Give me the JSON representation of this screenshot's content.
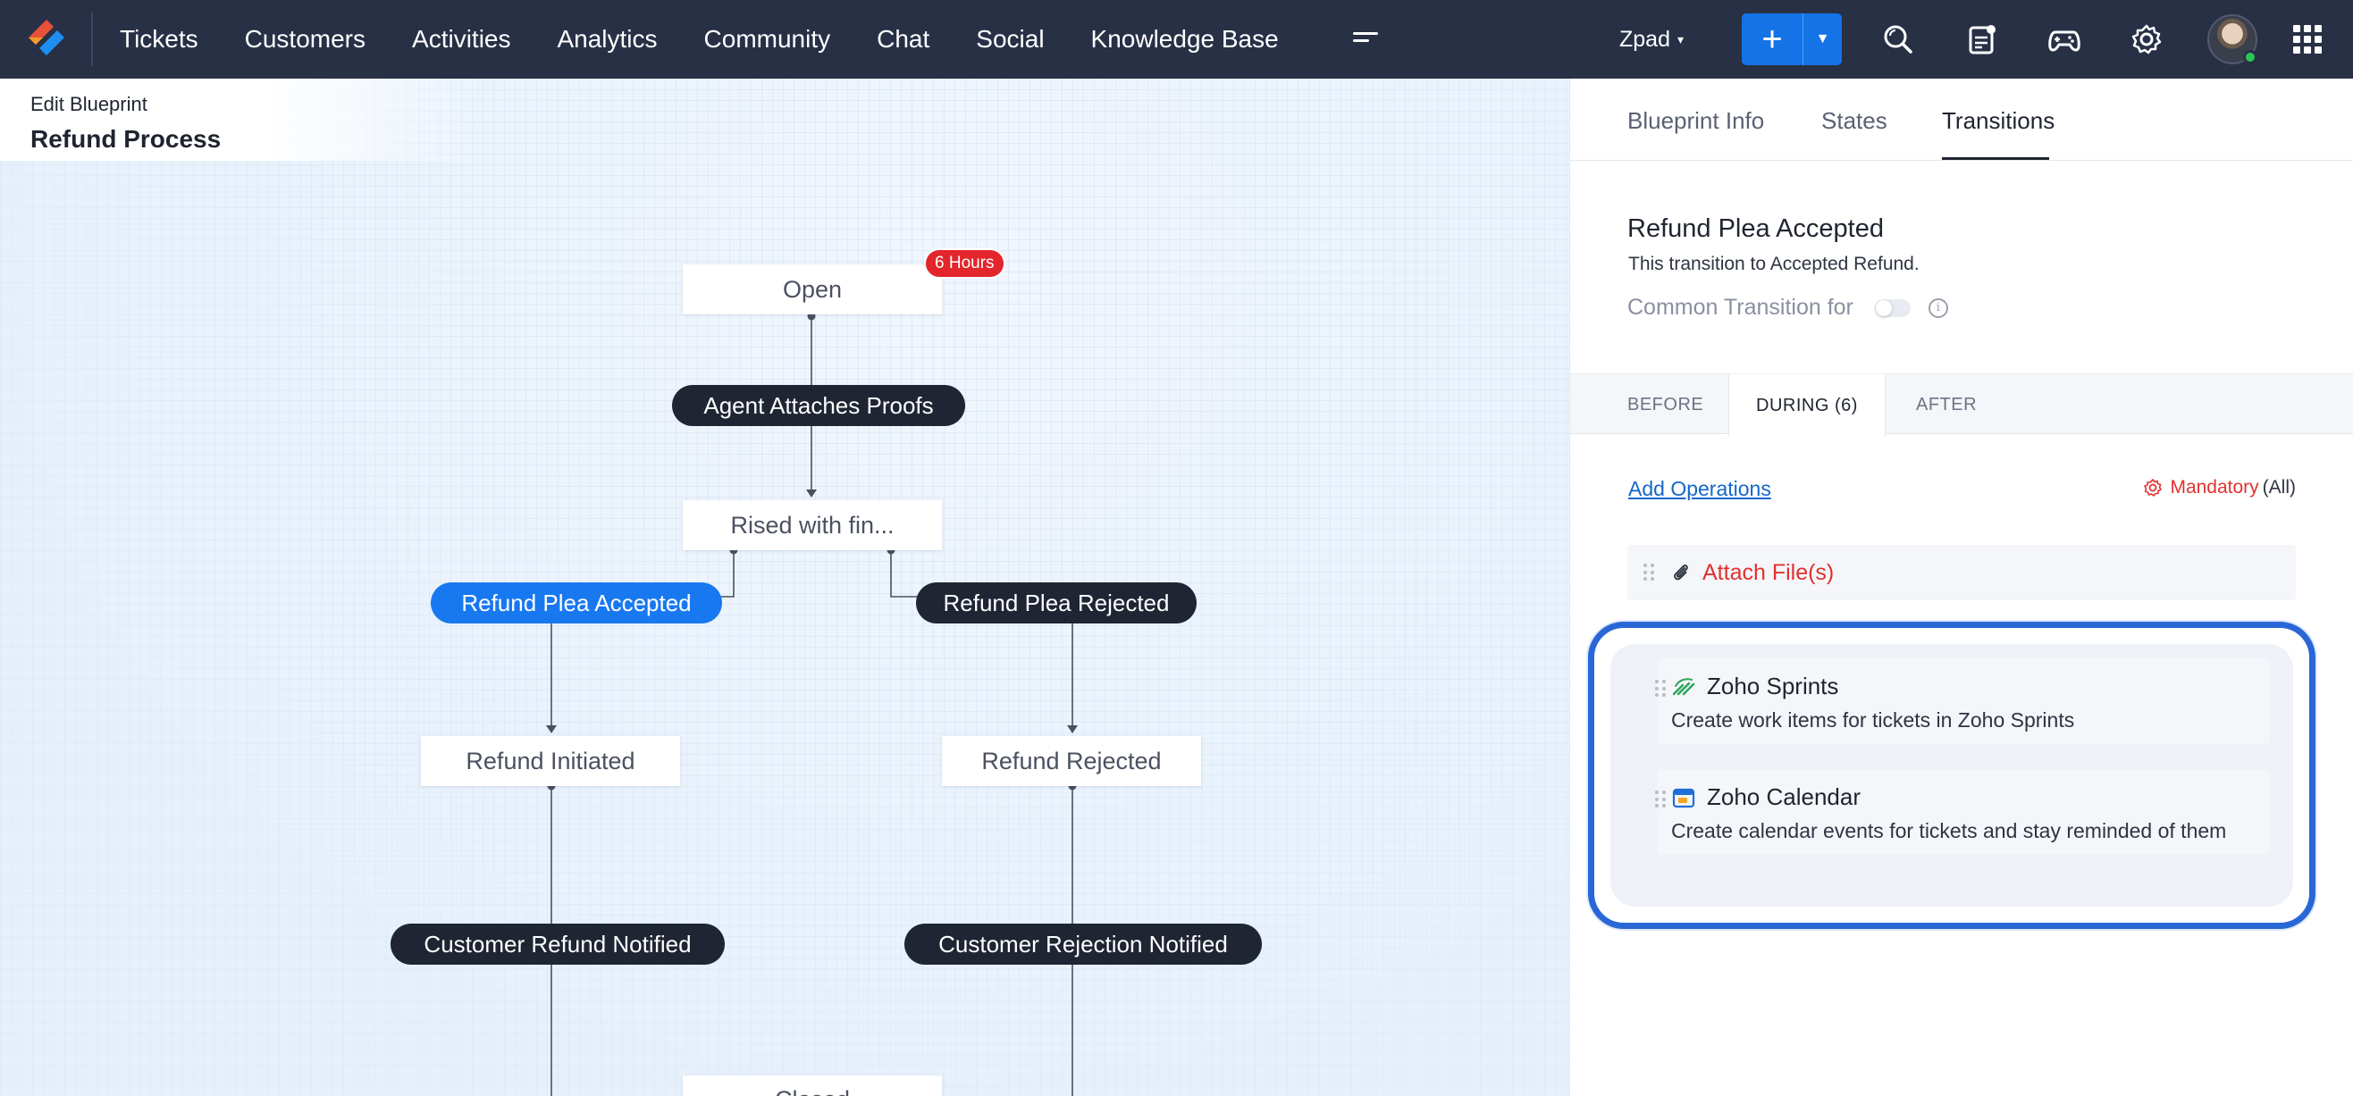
{
  "nav": {
    "items": [
      "Tickets",
      "Customers",
      "Activities",
      "Analytics",
      "Community",
      "Chat",
      "Social",
      "Knowledge Base"
    ],
    "department": "Zpad",
    "icons": [
      "search-icon",
      "notes-icon",
      "game-controller-icon",
      "settings-icon"
    ],
    "accent_color": "#1473e6",
    "bar_color": "#283046"
  },
  "header": {
    "edit_label": "Edit Blueprint",
    "blueprint_name": "Refund Process"
  },
  "flow": {
    "states": {
      "open": "Open",
      "rised": "Rised with fin...",
      "refund_initiated": "Refund Initiated",
      "refund_rejected": "Refund Rejected",
      "closed": "Closed"
    },
    "transitions": {
      "agent_attaches": "Agent Attaches Proofs",
      "plea_accepted": "Refund Plea Accepted",
      "plea_rejected": "Refund Plea Rejected",
      "customer_refund": "Customer Refund Notified",
      "customer_rejection": "Customer Rejection Notified"
    },
    "sla_badge": "6 Hours",
    "active_color": "#1878f0",
    "pill_color": "#1f2533",
    "sla_color": "#e2262c"
  },
  "panel": {
    "tabs": [
      "Blueprint Info",
      "States",
      "Transitions"
    ],
    "active_tab": "Transitions",
    "transition_title": "Refund Plea Accepted",
    "transition_desc": "This transition to Accepted Refund.",
    "common_label": "Common Transition for",
    "phases": [
      "BEFORE",
      "DURING (6)",
      "AFTER"
    ],
    "active_phase": "DURING (6)",
    "add_operations": "Add Operations",
    "mandatory_label": "Mandatory",
    "mandatory_scope": "(All)",
    "operation": "Attach File(s)",
    "apps": [
      {
        "name": "Zoho Sprints",
        "desc": "Create work items for tickets in Zoho Sprints",
        "icon": "sprints-icon"
      },
      {
        "name": "Zoho Calendar",
        "desc": "Create calendar events for tickets and stay reminded of them",
        "icon": "calendar-icon"
      }
    ],
    "highlight_color": "#2a67d6",
    "mandatory_color": "#e0312f",
    "link_color": "#1566c8"
  }
}
